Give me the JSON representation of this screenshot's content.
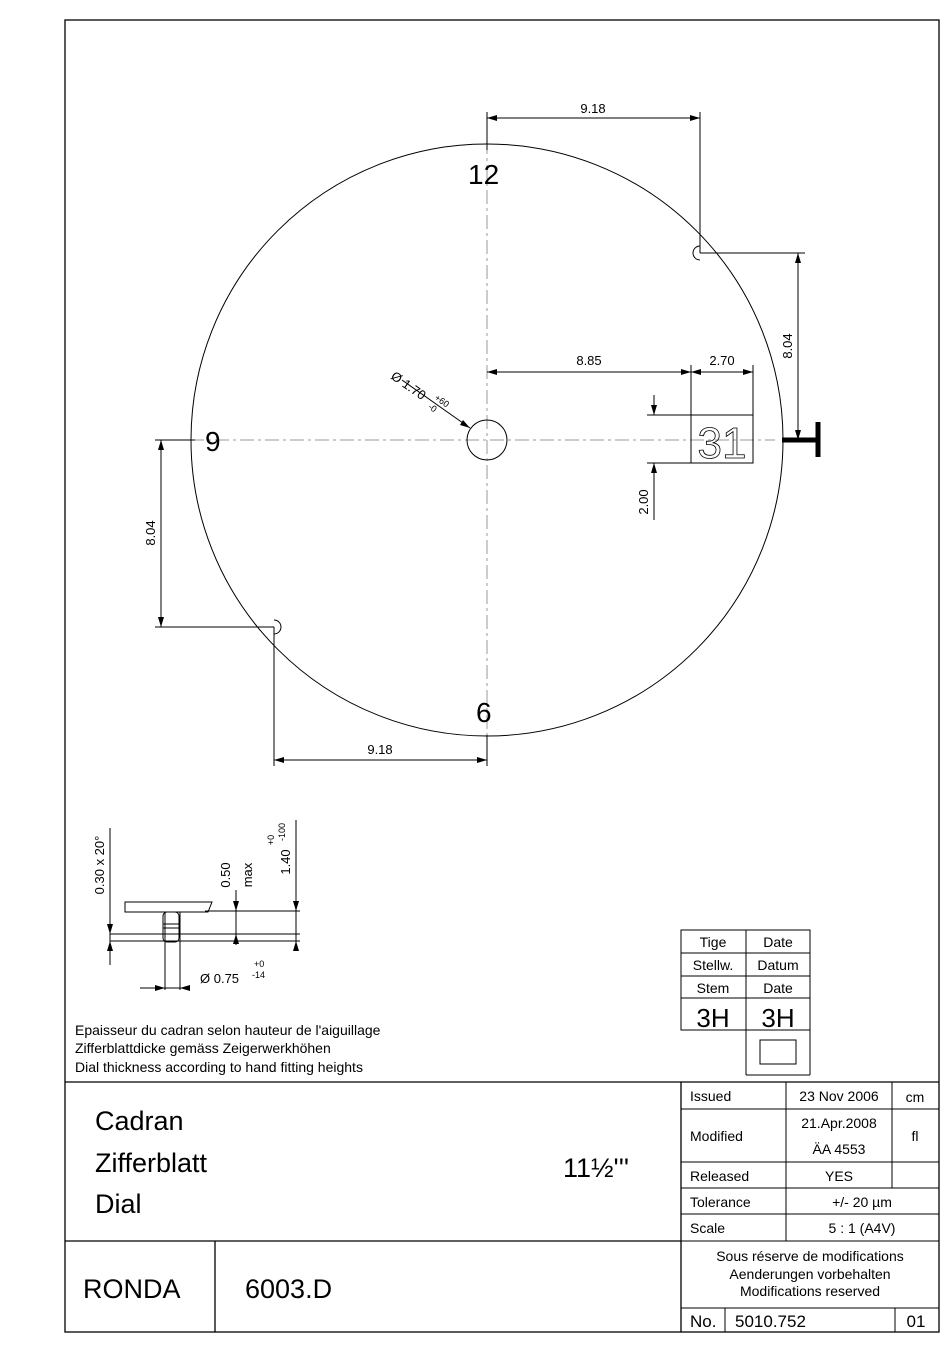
{
  "drawing": {
    "hour_labels": {
      "twelve": "12",
      "nine": "9",
      "six": "6"
    },
    "date_window_text": "31",
    "dims": {
      "top_offset": "9.18",
      "right_vertical": "8.04",
      "to_window": "8.85",
      "window_width": "2.70",
      "window_height": "2.00",
      "left_vertical": "8.04",
      "bottom_offset": "9.18",
      "hole_prefix": "Ø 1.70",
      "hole_tol_plus": "+60",
      "hole_tol_minus": "-0"
    },
    "foot_detail": {
      "chamfer": "0.30 x 20°",
      "gap": "0.50",
      "gap_note": "max",
      "height": "1.40",
      "height_tol_plus": "+0",
      "height_tol_minus": "-100",
      "foot_dia": "Ø 0.75",
      "foot_tol_plus": "+0",
      "foot_tol_minus": "-14"
    }
  },
  "notes": [
    "Epaisseur du cadran selon hauteur de l'aiguillage",
    "Zifferblattdicke gemäss Zeigerwerkhöhen",
    "Dial thickness according to hand fitting heights"
  ],
  "stem_table": {
    "header": [
      "Tige",
      "Date"
    ],
    "row2": [
      "Stellw.",
      "Datum"
    ],
    "row3": [
      "Stem",
      "Date"
    ],
    "values": [
      "3H",
      "3H"
    ]
  },
  "title_block": {
    "names": [
      "Cadran",
      "Zifferblatt",
      "Dial"
    ],
    "size": "11½'''",
    "brand": "RONDA",
    "model": "6003.D",
    "issued_label": "Issued",
    "issued_date": "23 Nov 2006",
    "issued_by": "cm",
    "modified_label": "Modified",
    "modified_date": "21.Apr.2008",
    "modified_ref": "ÄA 4553",
    "modified_by": "fl",
    "released_label": "Released",
    "released_value": "YES",
    "tolerance_label": "Tolerance",
    "tolerance_value": "+/- 20 µm",
    "scale_label": "Scale",
    "scale_value": "5 : 1 (A4V)",
    "reserve": [
      "Sous réserve de modifications",
      "Aenderungen vorbehalten",
      "Modifications reserved"
    ],
    "no_label": "No.",
    "number": "5010.752",
    "revision": "01"
  }
}
